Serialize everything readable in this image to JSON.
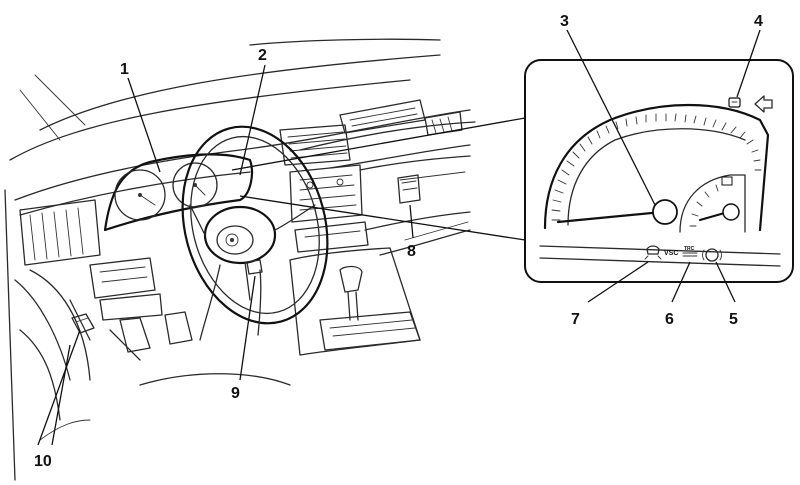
{
  "diagram": {
    "callouts": [
      {
        "id": "1",
        "label": "1"
      },
      {
        "id": "2",
        "label": "2"
      },
      {
        "id": "3",
        "label": "3"
      },
      {
        "id": "4",
        "label": "4"
      },
      {
        "id": "5",
        "label": "5"
      },
      {
        "id": "6",
        "label": "6"
      },
      {
        "id": "7",
        "label": "7"
      },
      {
        "id": "8",
        "label": "8"
      },
      {
        "id": "9",
        "label": "9"
      },
      {
        "id": "10",
        "label": "10"
      }
    ],
    "inset_indicators": {
      "vsc_text": "VSC",
      "trc_text": "TRC"
    }
  }
}
